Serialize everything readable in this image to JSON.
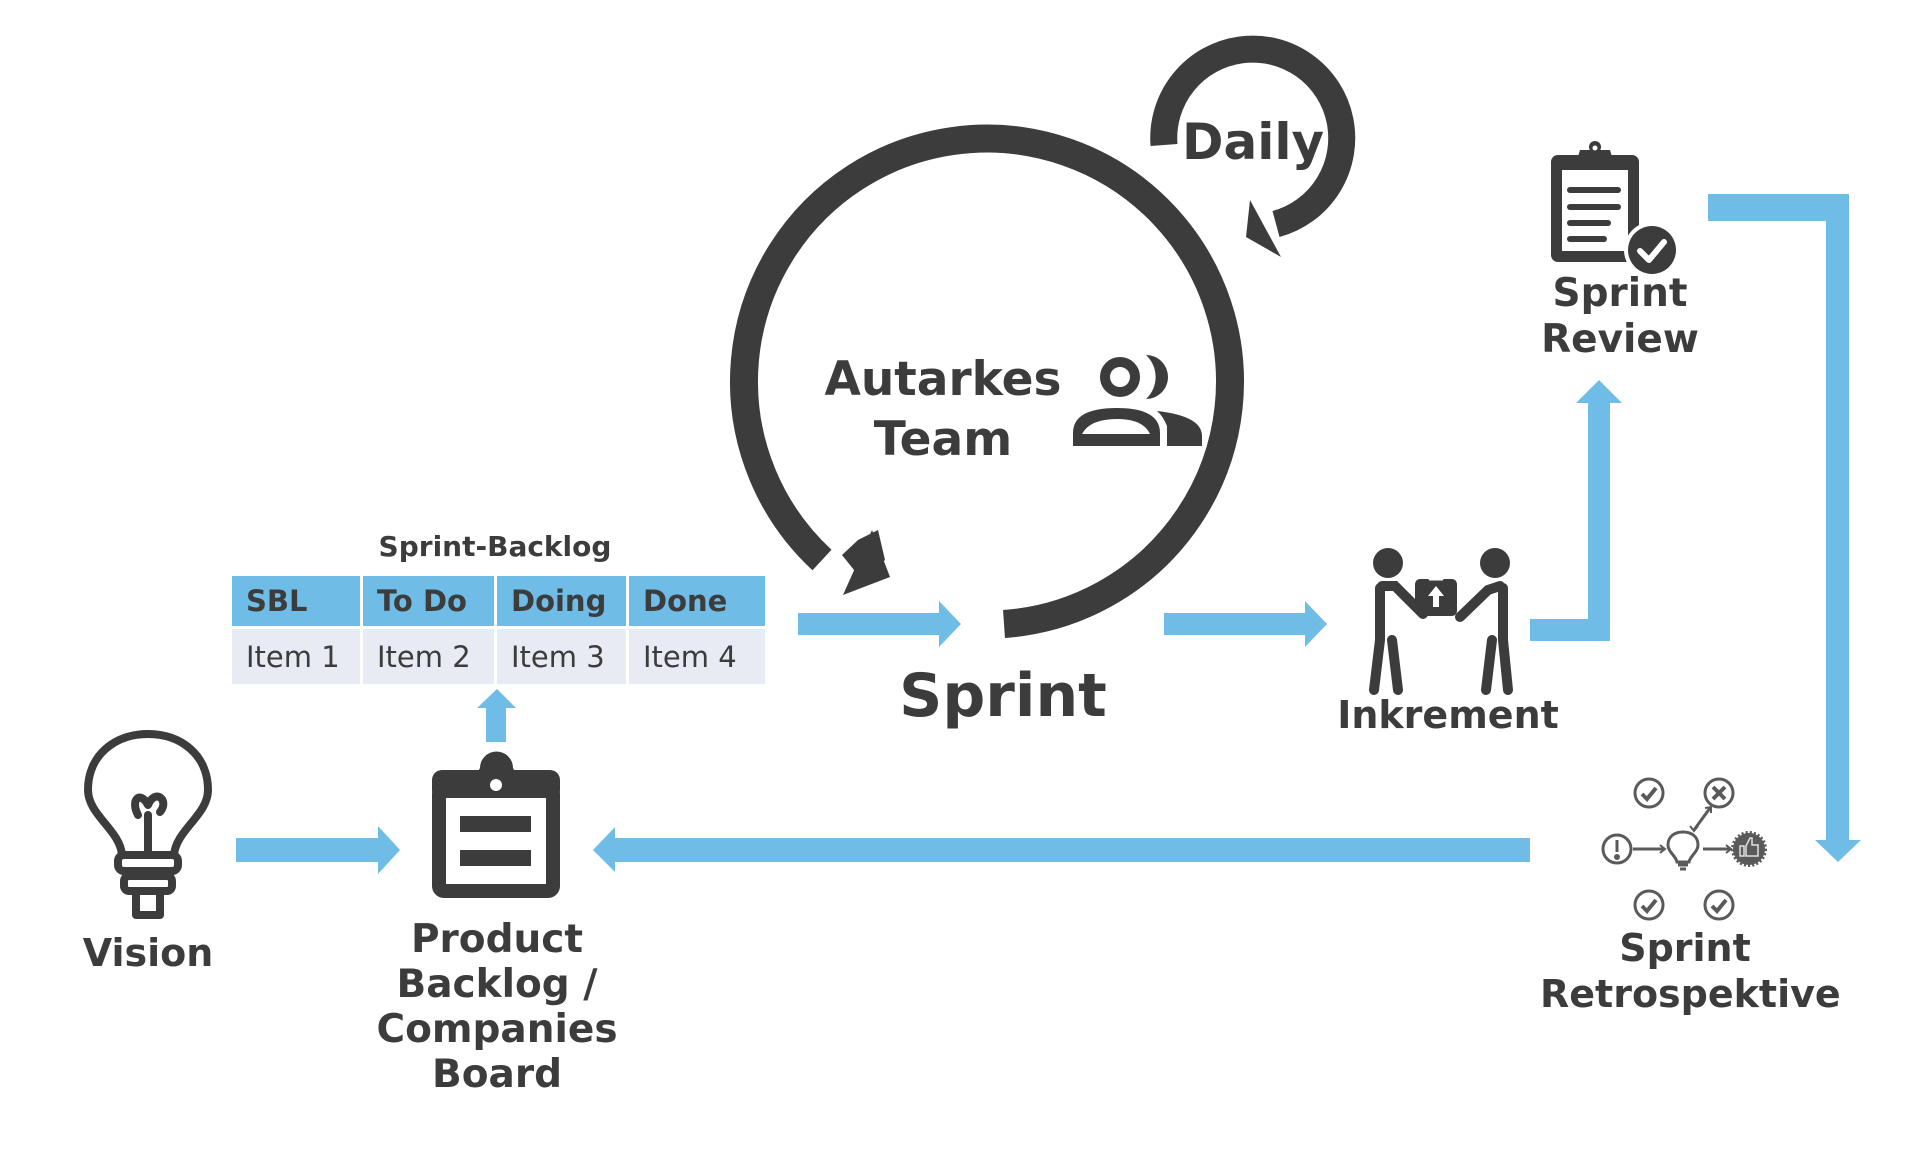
{
  "colors": {
    "arrow_blue": "#6fbde6",
    "dark": "#3c3c3c",
    "table_header_bg": "#6fbde6",
    "table_body_bg": "#e9ebf4",
    "icon_grey": "#5a5a5a"
  },
  "nodes": {
    "vision": {
      "label": "Vision",
      "icon": "lightbulb-icon"
    },
    "product_backlog": {
      "label_lines": [
        "Product",
        "Backlog /",
        "Companies",
        "Board"
      ],
      "icon": "clipboard-icon"
    },
    "sprint_backlog": {
      "title": "Sprint-Backlog",
      "headers": [
        "SBL",
        "To Do",
        "Doing",
        "Done"
      ],
      "rows": [
        [
          "Item 1",
          "Item 2",
          "Item 3",
          "Item 4"
        ]
      ]
    },
    "sprint": {
      "label": "Sprint",
      "icon": "cycle-arrow-icon"
    },
    "team": {
      "label_lines": [
        "Autarkes",
        "Team"
      ],
      "icon": "team-icon"
    },
    "daily": {
      "label": "Daily",
      "icon": "daily-cycle-arrow-icon"
    },
    "increment": {
      "label": "Inkrement",
      "icon": "handover-package-icon"
    },
    "sprint_review": {
      "label_lines": [
        "Sprint",
        "Review"
      ],
      "icon": "clipboard-check-icon"
    },
    "sprint_retro": {
      "label_lines": [
        "Sprint",
        "Retrospektive"
      ],
      "icon": "retrospective-network-icon"
    }
  }
}
